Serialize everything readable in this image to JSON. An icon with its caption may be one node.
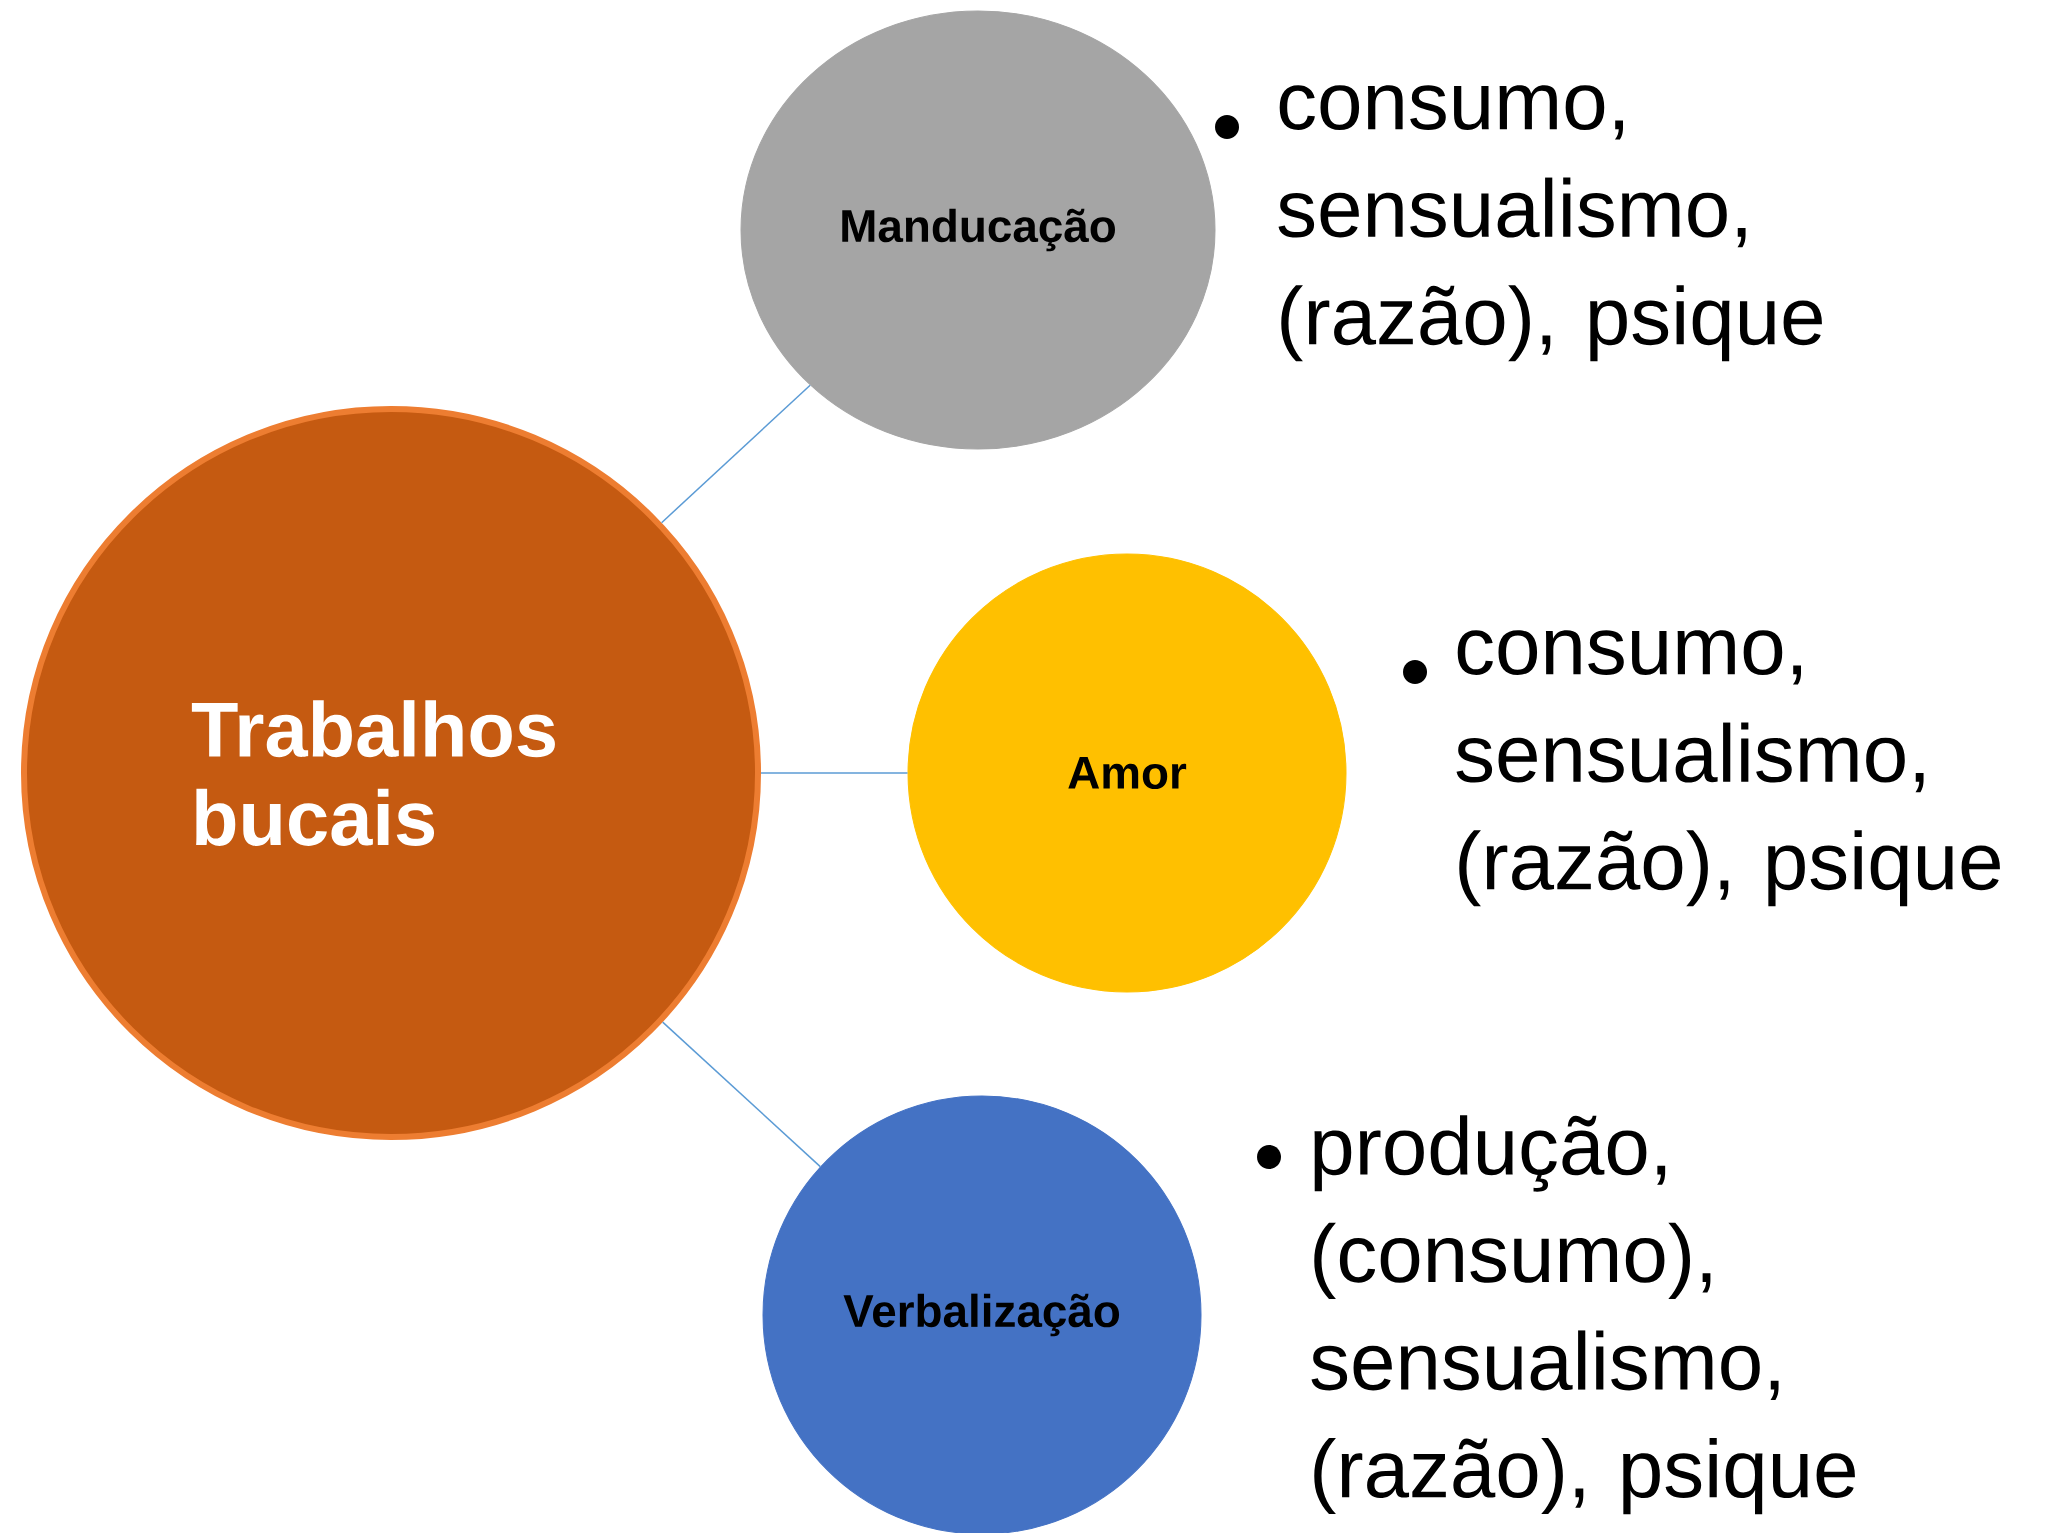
{
  "diagram": {
    "nodes": [
      {
        "text": [
          "Trabalhos bucais"
        ]
      },
      {
        "text": [
          "Manducação"
        ],
        "beside": [
          "consumo, sensualismo, (razão), psique"
        ]
      },
      {
        "text": [
          "Amor"
        ],
        "beside": [
          "consumo, sensualismo, (razão), psique"
        ]
      },
      {
        "text": [
          "Verbalização"
        ],
        "beside": [
          "produção, (consumo), sensualismo, (razão), psique"
        ]
      }
    ],
    "edges": [
      {
        "from": 0,
        "to": 1,
        "arrow": "none"
      },
      {
        "from": 0,
        "to": 2,
        "arrow": "none"
      },
      {
        "from": 0,
        "to": 3,
        "arrow": "none"
      }
    ]
  }
}
